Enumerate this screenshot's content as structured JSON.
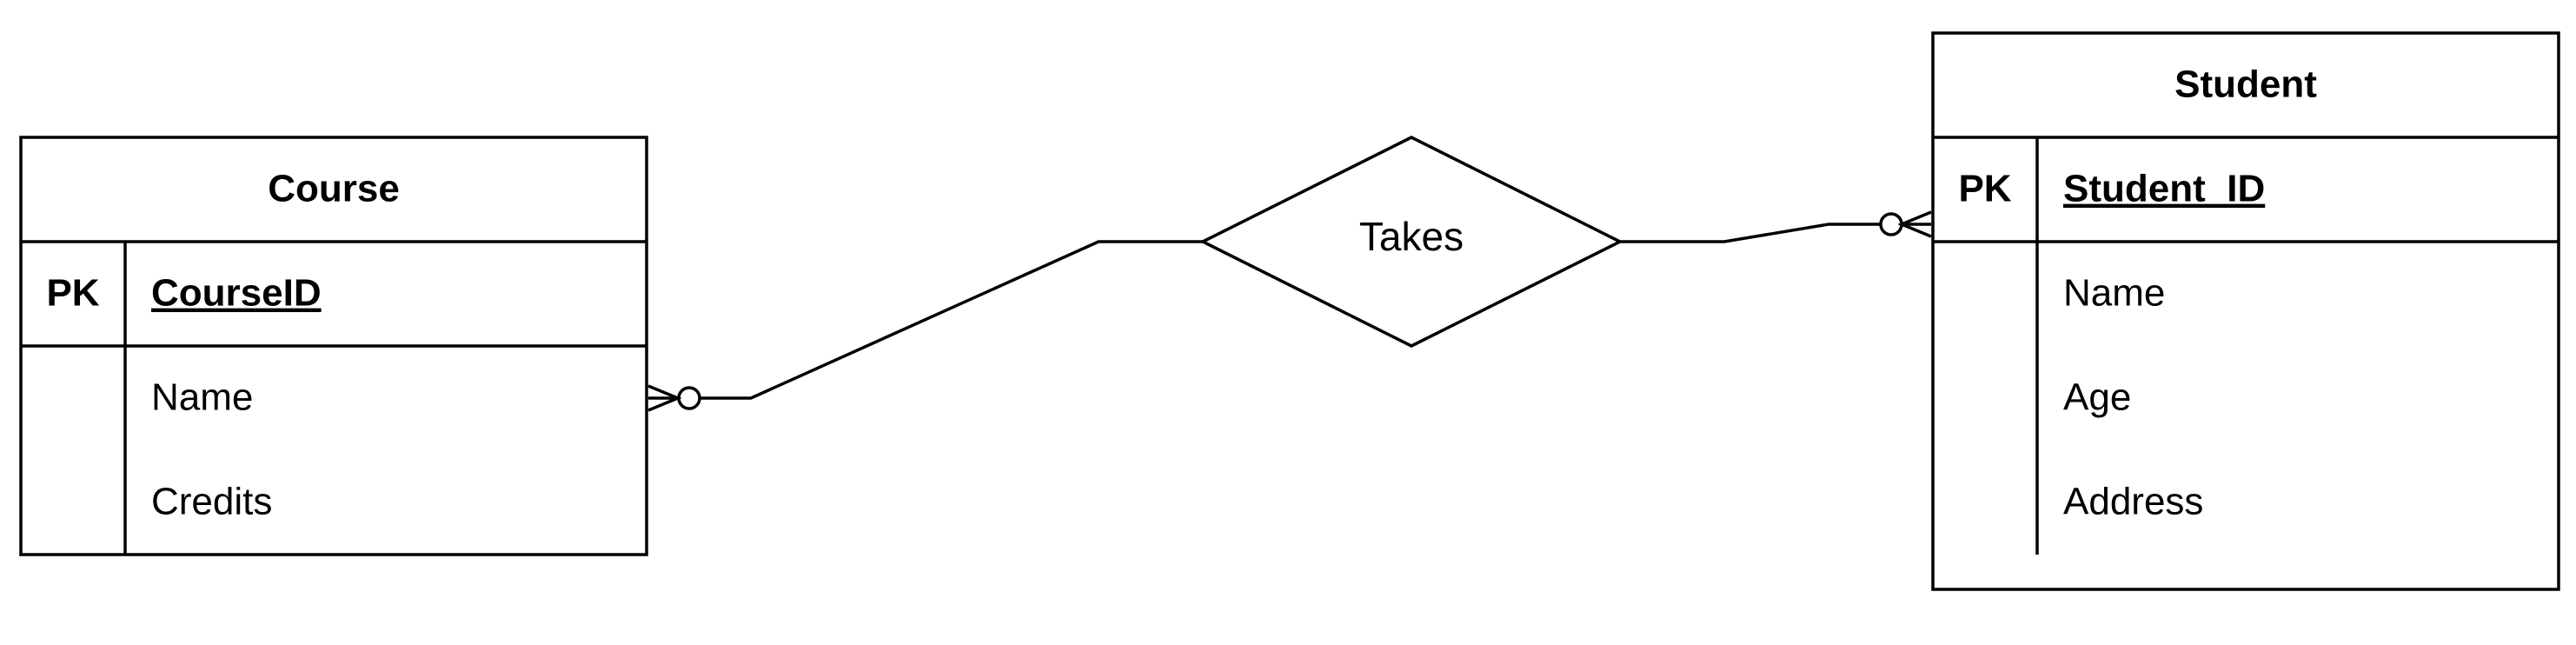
{
  "entities": {
    "course": {
      "title": "Course",
      "pk_label": "PK",
      "pk_field": "CourseID",
      "attributes": [
        "Name",
        "Credits"
      ]
    },
    "student": {
      "title": "Student",
      "pk_label": "PK",
      "pk_field": "Student_ID",
      "attributes": [
        "Name",
        "Age",
        "Address"
      ]
    }
  },
  "relationship": {
    "label": "Takes",
    "left_cardinality": "zero-or-many",
    "right_cardinality": "zero-or-many"
  },
  "colors": {
    "stroke": "#000000",
    "background": "#ffffff"
  }
}
